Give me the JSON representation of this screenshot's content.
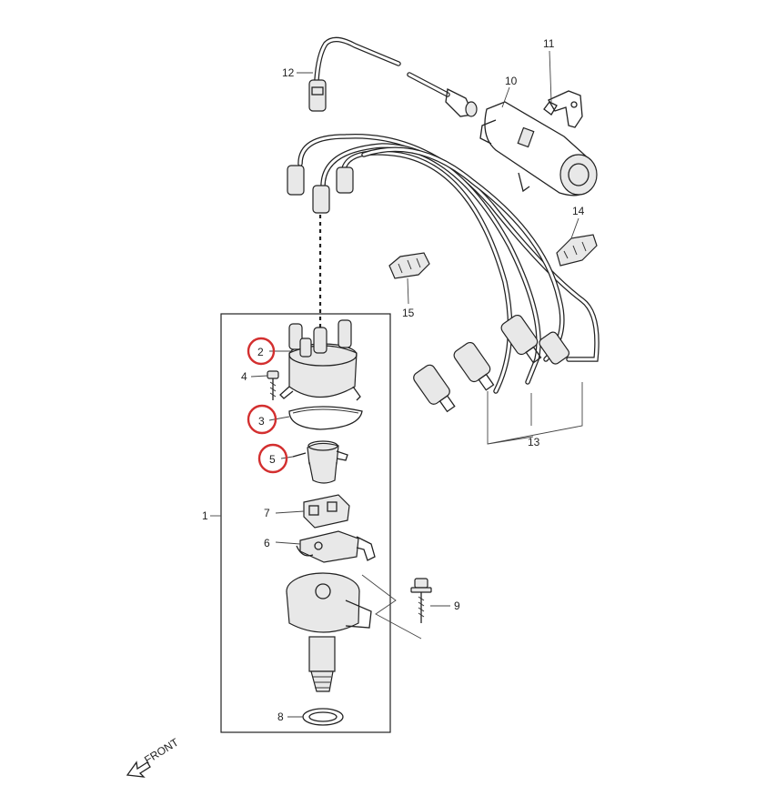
{
  "diagram": {
    "callouts": [
      {
        "id": "c1",
        "label": "1",
        "highlighted": false
      },
      {
        "id": "c2",
        "label": "2",
        "highlighted": true
      },
      {
        "id": "c3",
        "label": "3",
        "highlighted": true
      },
      {
        "id": "c4",
        "label": "4",
        "highlighted": false
      },
      {
        "id": "c5",
        "label": "5",
        "highlighted": true
      },
      {
        "id": "c6",
        "label": "6",
        "highlighted": false
      },
      {
        "id": "c7",
        "label": "7",
        "highlighted": false
      },
      {
        "id": "c8",
        "label": "8",
        "highlighted": false
      },
      {
        "id": "c9",
        "label": "9",
        "highlighted": false
      },
      {
        "id": "c10",
        "label": "10",
        "highlighted": false
      },
      {
        "id": "c11",
        "label": "11",
        "highlighted": false
      },
      {
        "id": "c12",
        "label": "12",
        "highlighted": false
      },
      {
        "id": "c13",
        "label": "13",
        "highlighted": false
      },
      {
        "id": "c14",
        "label": "14",
        "highlighted": false
      },
      {
        "id": "c15",
        "label": "15",
        "highlighted": false
      }
    ],
    "front_label": "FRONT",
    "colors": {
      "line": "#222222",
      "highlight_circle": "#d32f2f",
      "background": "#ffffff"
    }
  }
}
